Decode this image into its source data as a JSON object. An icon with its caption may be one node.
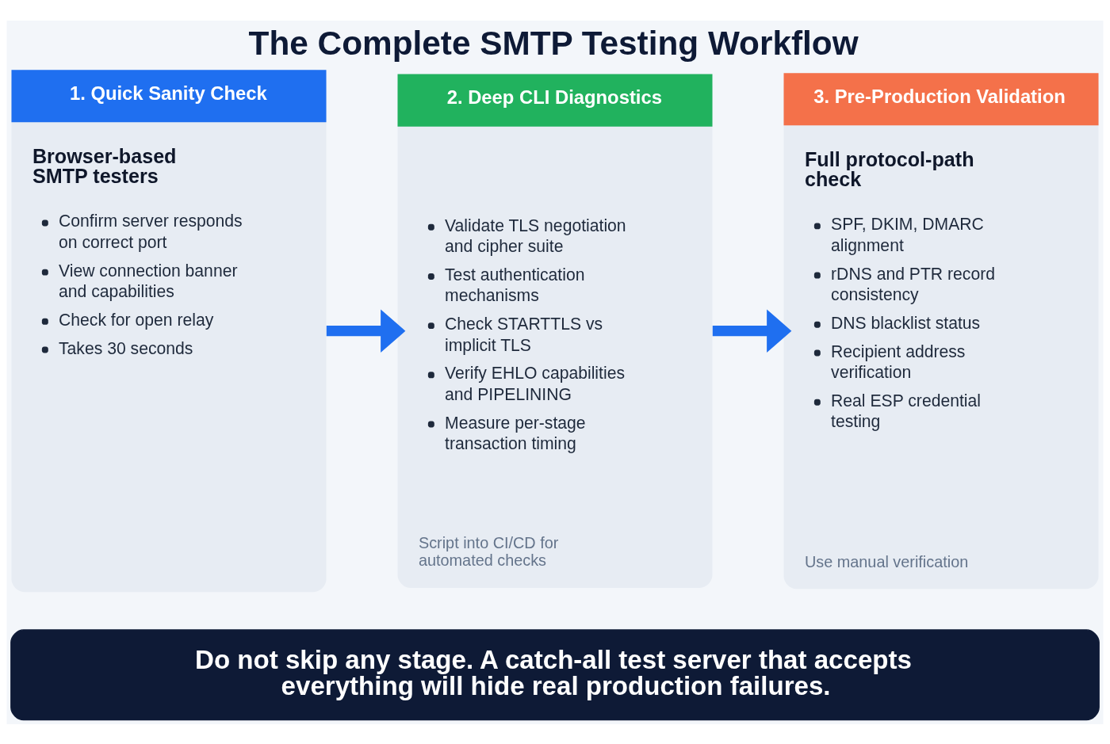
{
  "diagram": {
    "title": "The Complete SMTP Testing Workflow",
    "nodes": [
      {
        "text": [
          "1. Quick Sanity Check",
          "Browser-based SMTP testers",
          "Confirm server responds on correct port",
          "View connection banner and capabilities",
          "Check for open relay",
          "Takes 30 seconds"
        ]
      },
      {
        "text": [
          "2. Deep CLI Diagnostics",
          "Validate TLS negotiation and cipher suite",
          "Test authentication mechanisms",
          "Check STARTTLS vs implicit TLS",
          "Verify EHLO capabilities and PIPELINING",
          "Measure per-stage transaction timing",
          "Script into CI/CD for automated checks"
        ]
      },
      {
        "text": [
          "3. Pre-Production Validation",
          "Full protocol-path check",
          "SPF, DKIM, DMARC alignment",
          "rDNS and PTR record consistency",
          "DNS blacklist status",
          "Recipient address verification",
          "Real ESP credential testing",
          "Use manual verification"
        ]
      },
      {
        "text": [
          "Do not skip any stage. A catch-all test server that accepts everything will hide real production failures."
        ]
      }
    ],
    "edges": [
      {
        "from": 0,
        "to": 1,
        "arrow": "to"
      },
      {
        "from": 1,
        "to": 2,
        "arrow": "to"
      }
    ]
  }
}
